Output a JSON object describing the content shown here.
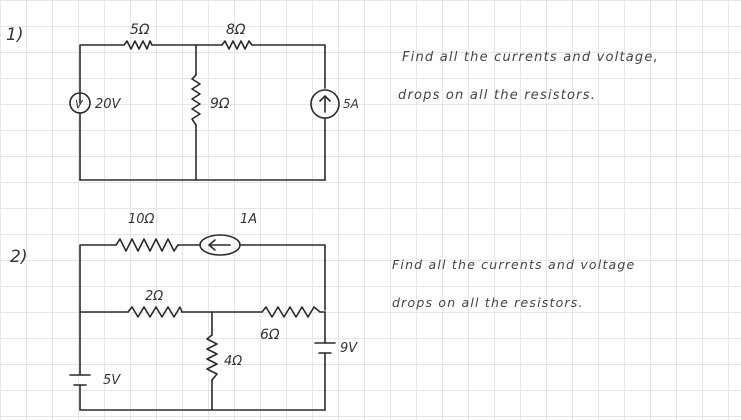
{
  "problem1": {
    "number": "1)",
    "r1_label": "5Ω",
    "r2_label": "8Ω",
    "r3_label": "9Ω",
    "voltage_source_symbol": "V",
    "voltage_label": "20V",
    "current_label": "5A",
    "task_line1": "Find all the currents and voltage,",
    "task_line2": "drops on all the resistors."
  },
  "problem2": {
    "number": "2)",
    "r1_label": "10Ω",
    "current_source_label": "1A",
    "r2_label": "2Ω",
    "r3_label": "6Ω",
    "r4_label": "4Ω",
    "left_battery_label": "5V",
    "right_battery_label": "9V",
    "task_line1": "Find all the currents and voltage",
    "task_line2": "drops on all the resistors."
  }
}
